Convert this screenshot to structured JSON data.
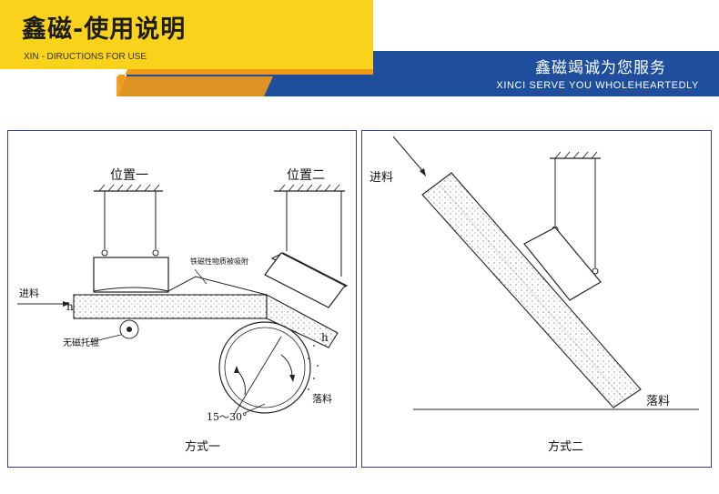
{
  "header": {
    "title": "鑫磁-使用说明",
    "subtitle": "XIN - DIRUCTIONS FOR USE",
    "slogan": "鑫磁竭诚为您服务",
    "slogan_en": "XINCI SERVE YOU WHOLEHEARTEDLY"
  },
  "method1": {
    "position1_label": "位置一",
    "position2_label": "位置二",
    "feed_label": "进料",
    "annotation_label": "铁磁性物质被吸附",
    "roller_label": "无磁托辊",
    "angle_label": "15～30°",
    "discharge_label": "落料",
    "h_label": "h",
    "h2_label": "h",
    "caption": "方式一"
  },
  "method2": {
    "feed_label": "进料",
    "discharge_label": "落料",
    "caption": "方式二"
  },
  "colors": {
    "yellow": "#f8d21b",
    "blue": "#1f4f9c",
    "orange": "#f29a17",
    "border": "#2b3f8a"
  }
}
